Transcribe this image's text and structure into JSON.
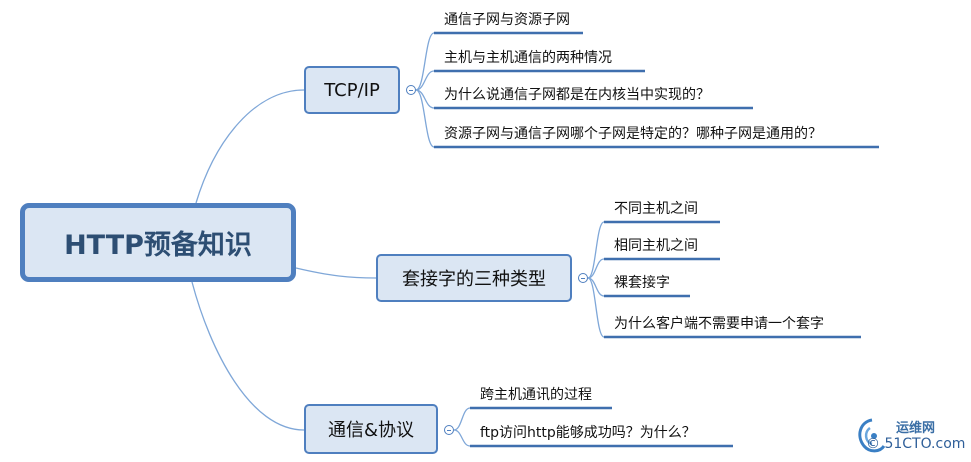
{
  "root": {
    "label": "HTTP预备知识"
  },
  "branches": [
    {
      "label": "TCP/IP",
      "children": [
        "通信子网与资源子网",
        "主机与主机通信的两种情况",
        "为什么说通信子网都是在内核当中实现的？",
        "资源子网与通信子网哪个子网是特定的？哪种子网是通用的？"
      ]
    },
    {
      "label": "套接字的三种类型",
      "children": [
        "不同主机之间",
        "相同主机之间",
        "裸套接字",
        "为什么客户端不需要申请一个套字"
      ]
    },
    {
      "label": "通信&协议",
      "children": [
        "跨主机通讯的过程",
        "ftp访问http能够成功吗？为什么？"
      ]
    }
  ],
  "watermark": {
    "line1": "运维网",
    "line2": "© 51CTO.com"
  },
  "colors": {
    "accent": "#4f7fbf",
    "fill": "#dbe6f3",
    "link": "#7fa7d8"
  }
}
